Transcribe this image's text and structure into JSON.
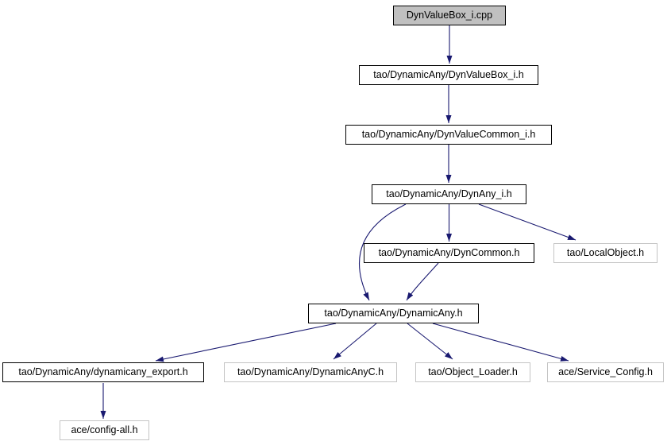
{
  "diagram": {
    "kind": "include-dependency-graph",
    "root_file": "DynValueBox_i.cpp",
    "background_color": "#ffffff",
    "arrow_color": "#191970",
    "internal_node_border_color": "#000000",
    "external_node_border_color": "#c4c4c4",
    "root_node_fill_color": "#c0c0c0"
  },
  "nodes": [
    {
      "id": "dynvaluebox-cpp",
      "label": "DynValueBox_i.cpp",
      "kind": "source"
    },
    {
      "id": "dynvaluebox-i-h",
      "label": "tao/DynamicAny/DynValueBox_i.h",
      "kind": "internal"
    },
    {
      "id": "dynvaluecommon-i-h",
      "label": "tao/DynamicAny/DynValueCommon_i.h",
      "kind": "internal"
    },
    {
      "id": "dynany-i-h",
      "label": "tao/DynamicAny/DynAny_i.h",
      "kind": "internal"
    },
    {
      "id": "dyncommon-h",
      "label": "tao/DynamicAny/DynCommon.h",
      "kind": "internal"
    },
    {
      "id": "localobject-h",
      "label": "tao/LocalObject.h",
      "kind": "external"
    },
    {
      "id": "dynamicany-h",
      "label": "tao/DynamicAny/DynamicAny.h",
      "kind": "internal"
    },
    {
      "id": "dynamicany-export-h",
      "label": "tao/DynamicAny/dynamicany_export.h",
      "kind": "internal"
    },
    {
      "id": "dynamicanyc-h",
      "label": "tao/DynamicAny/DynamicAnyC.h",
      "kind": "external"
    },
    {
      "id": "object-loader-h",
      "label": "tao/Object_Loader.h",
      "kind": "external"
    },
    {
      "id": "service-config-h",
      "label": "ace/Service_Config.h",
      "kind": "external"
    },
    {
      "id": "config-all-h",
      "label": "ace/config-all.h",
      "kind": "external"
    }
  ],
  "edges": [
    {
      "from": "DynValueBox_i.cpp",
      "to": "tao/DynamicAny/DynValueBox_i.h"
    },
    {
      "from": "tao/DynamicAny/DynValueBox_i.h",
      "to": "tao/DynamicAny/DynValueCommon_i.h"
    },
    {
      "from": "tao/DynamicAny/DynValueCommon_i.h",
      "to": "tao/DynamicAny/DynAny_i.h"
    },
    {
      "from": "tao/DynamicAny/DynAny_i.h",
      "to": "tao/DynamicAny/DynCommon.h"
    },
    {
      "from": "tao/DynamicAny/DynAny_i.h",
      "to": "tao/LocalObject.h"
    },
    {
      "from": "tao/DynamicAny/DynAny_i.h",
      "to": "tao/DynamicAny/DynamicAny.h"
    },
    {
      "from": "tao/DynamicAny/DynCommon.h",
      "to": "tao/DynamicAny/DynamicAny.h"
    },
    {
      "from": "tao/DynamicAny/DynamicAny.h",
      "to": "tao/DynamicAny/dynamicany_export.h"
    },
    {
      "from": "tao/DynamicAny/DynamicAny.h",
      "to": "tao/DynamicAny/DynamicAnyC.h"
    },
    {
      "from": "tao/DynamicAny/DynamicAny.h",
      "to": "tao/Object_Loader.h"
    },
    {
      "from": "tao/DynamicAny/DynamicAny.h",
      "to": "ace/Service_Config.h"
    },
    {
      "from": "tao/DynamicAny/dynamicany_export.h",
      "to": "ace/config-all.h"
    }
  ]
}
